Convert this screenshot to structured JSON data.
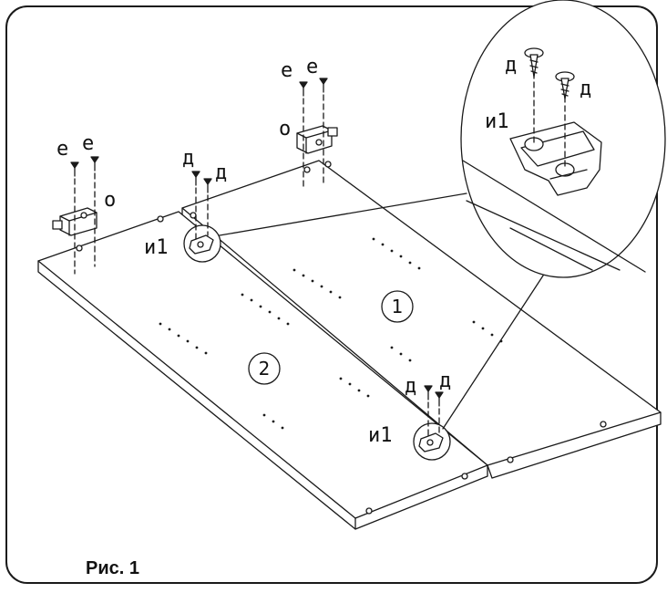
{
  "figure": {
    "caption": "Рис. 1",
    "panel_numbers": {
      "panel_1": "1",
      "panel_2": "2"
    },
    "part_labels": {
      "screw_e": "е",
      "screw_d": "д",
      "latch_o": "о",
      "hinge_i1": "и1"
    }
  },
  "colors": {
    "line": "#1a1a1a",
    "background": "#ffffff"
  }
}
